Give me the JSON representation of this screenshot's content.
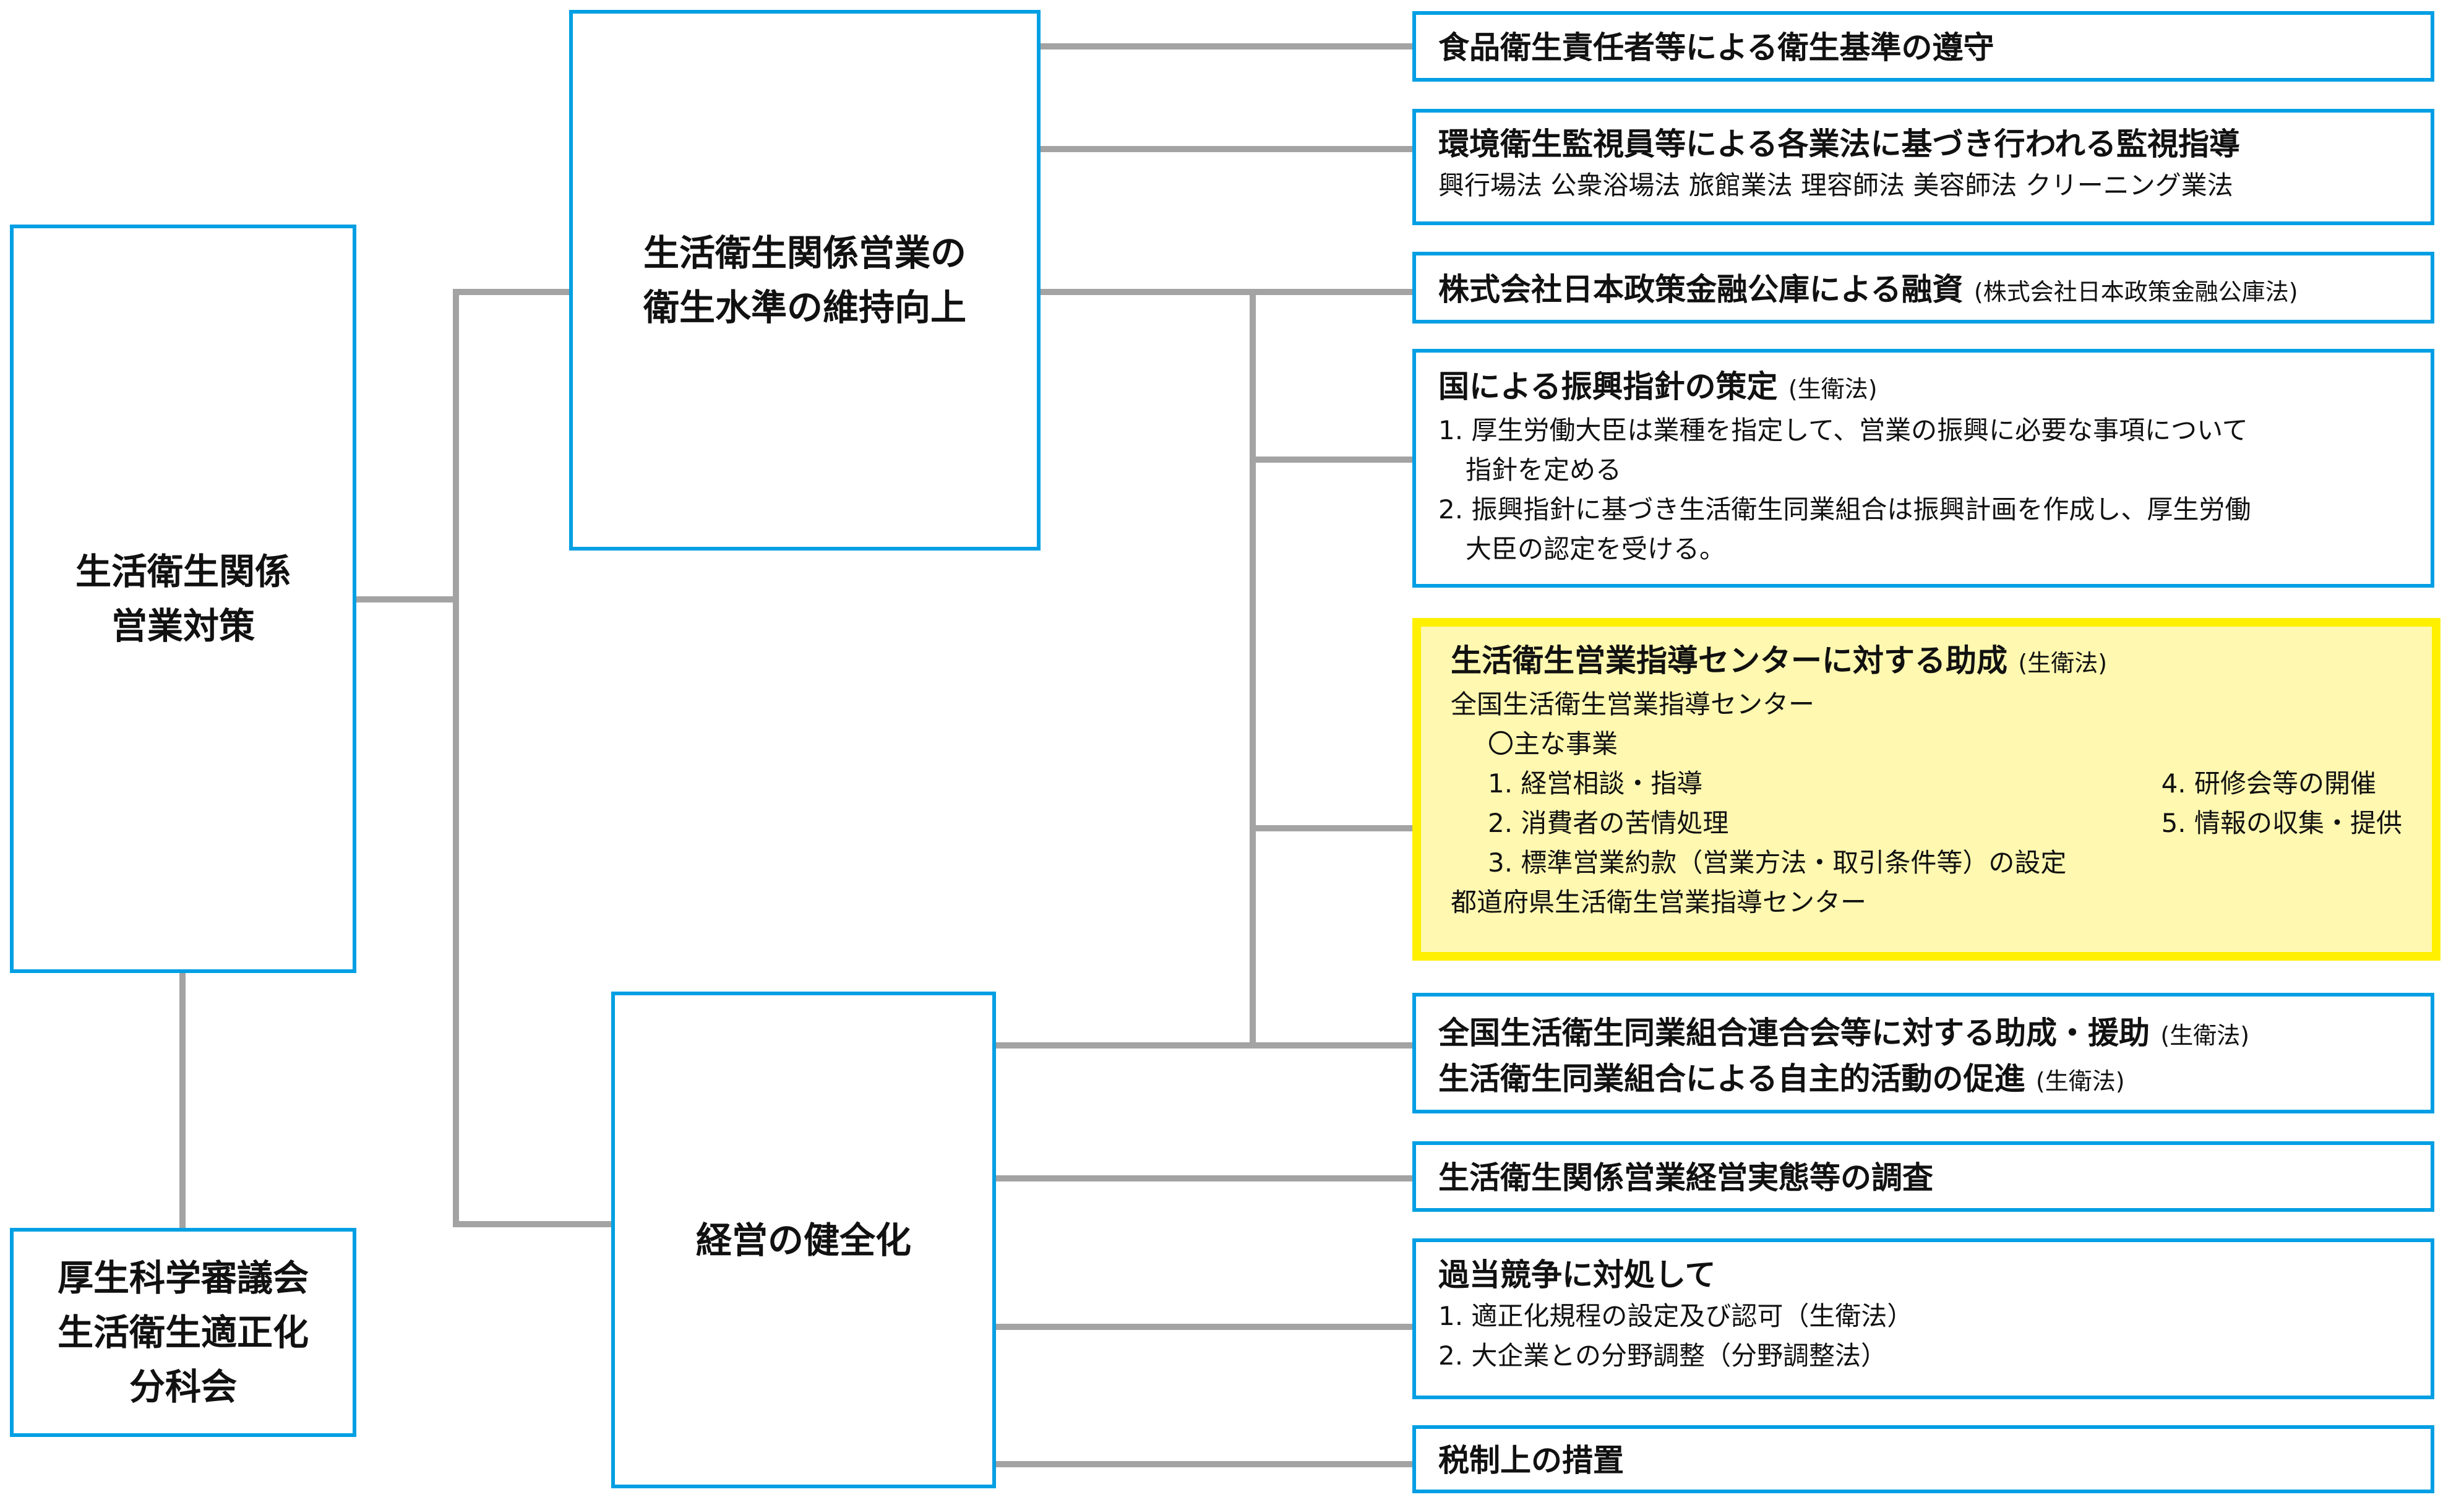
{
  "colors": {
    "box_border": "#009fe3",
    "connector": "#a3a3a3",
    "highlight_border": "#fff000",
    "highlight_fill": "#fff8b0"
  },
  "root": {
    "line1": "生活衛生関係",
    "line2": "営業対策"
  },
  "council": {
    "line1": "厚生科学審議会",
    "line2": "生活衛生適正化",
    "line3": "分科会"
  },
  "branch_hygiene": {
    "line1": "生活衛生関係営業の",
    "line2": "衛生水準の維持向上"
  },
  "branch_management": {
    "label": "経営の健全化"
  },
  "items": {
    "food_hygiene": {
      "title": "食品衛生責任者等による衛生基準の遵守"
    },
    "env_monitoring": {
      "title": "環境衛生監視員等による各業法に基づき行われる監視指導",
      "laws": "興行場法 公衆浴場法 旅館業法 理容師法 美容師法 クリーニング業法"
    },
    "finance": {
      "title": "株式会社日本政策金融公庫による融資",
      "note": "(株式会社日本政策金融公庫法)"
    },
    "promotion": {
      "title": "国による振興指針の策定",
      "note": "(生衛法)",
      "item1_a": "1. 厚生労働大臣は業種を指定して、営業の振興に必要な事項について",
      "item1_b": "指針を定める",
      "item2_a": "2. 振興指針に基づき生活衛生同業組合は振興計画を作成し、厚生労働",
      "item2_b": "大臣の認定を受ける。"
    },
    "guidance_center": {
      "title": "生活衛生営業指導センターに対する助成",
      "note": "(生衛法)",
      "national": "全国生活衛生営業指導センター",
      "main_business": "〇主な事業",
      "business": [
        "1. 経営相談・指導",
        "2. 消費者の苦情処理",
        "3. 標準営業約款（営業方法・取引条件等）の設定",
        "4. 研修会等の開催",
        "5. 情報の収集・提供"
      ],
      "prefectural": "都道府県生活衛生営業指導センター"
    },
    "unions": {
      "title1": "全国生活衛生同業組合連合会等に対する助成・援助",
      "note1": "(生衛法)",
      "title2": "生活衛生同業組合による自主的活動の促進",
      "note2": "(生衛法)"
    },
    "survey": {
      "title": "生活衛生関係営業経営実態等の調査"
    },
    "competition": {
      "title": "過当競争に対処して",
      "item1": "1. 適正化規程の設定及び認可（生衛法）",
      "item2": "2. 大企業との分野調整（分野調整法）"
    },
    "tax": {
      "title": "税制上の措置"
    }
  }
}
